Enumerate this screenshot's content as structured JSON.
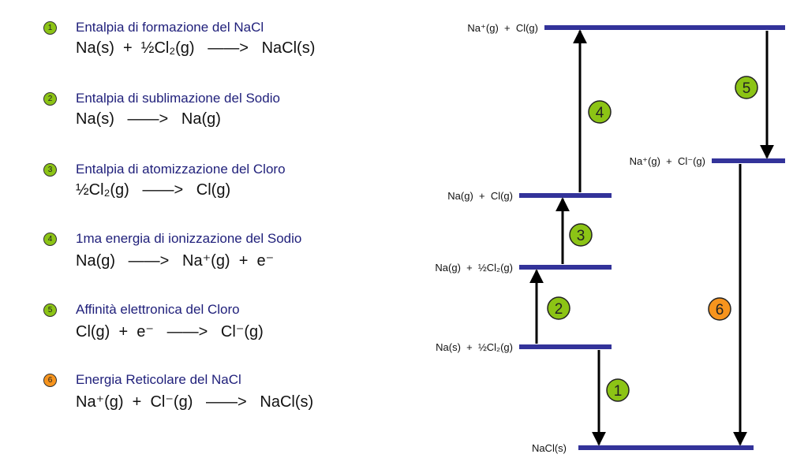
{
  "colors": {
    "title_text": "#1f1f7a",
    "level_bar": "#33339a",
    "arrow": "#000000",
    "badge_green": "#8cc415",
    "badge_orange": "#f7941d"
  },
  "steps": [
    {
      "num": "1",
      "color": "green",
      "title": "Entalpia di formazione del NaCl",
      "equation": {
        "lhs": "Na(s)  +  ½Cl₂(g)",
        "arrow": "——>",
        "rhs": "NaCl(s)"
      }
    },
    {
      "num": "2",
      "color": "green",
      "title": "Entalpia di sublimazione del Sodio",
      "equation": {
        "lhs": "Na(s)",
        "arrow": "——>",
        "rhs": "Na(g)"
      }
    },
    {
      "num": "3",
      "color": "green",
      "title": "Entalpia di atomizzazione del Cloro",
      "equation": {
        "lhs": "½Cl₂(g)",
        "arrow": "——>",
        "rhs": "Cl(g)"
      }
    },
    {
      "num": "4",
      "color": "green",
      "title": "1ma energia di ionizzazione del Sodio",
      "equation": {
        "lhs": "Na(g)",
        "arrow": "——>",
        "rhs": "Na⁺(g)  +  e⁻"
      }
    },
    {
      "num": "5",
      "color": "green",
      "title": "Affinità elettronica del Cloro",
      "equation": {
        "lhs": "Cl(g)  +  e⁻",
        "arrow": "——>",
        "rhs": "Cl⁻(g)"
      }
    },
    {
      "num": "6",
      "color": "orange",
      "title": "Energia Reticolare del NaCl",
      "equation": {
        "lhs": "Na⁺(g)  +  Cl⁻(g)",
        "arrow": "——>",
        "rhs": "NaCl(s)"
      }
    }
  ],
  "diagram": {
    "levels": [
      {
        "id": "ions_atom",
        "label": "Na⁺(g)  +  Cl(g)"
      },
      {
        "id": "ions",
        "label": "Na⁺(g)  +  Cl⁻(g)"
      },
      {
        "id": "atoms",
        "label": "Na(g)  +  Cl(g)"
      },
      {
        "id": "nag_halfcl2",
        "label": "Na(g)  +  ½Cl₂(g)"
      },
      {
        "id": "elements",
        "label": "Na(s)  +  ½Cl₂(g)"
      },
      {
        "id": "nacl",
        "label": "NaCl(s)"
      }
    ],
    "transitions": [
      {
        "step": "1",
        "from": "elements",
        "to": "nacl",
        "direction": "down"
      },
      {
        "step": "2",
        "from": "elements",
        "to": "nag_halfcl2",
        "direction": "up"
      },
      {
        "step": "3",
        "from": "nag_halfcl2",
        "to": "atoms",
        "direction": "up"
      },
      {
        "step": "4",
        "from": "atoms",
        "to": "ions_atom",
        "direction": "up"
      },
      {
        "step": "5",
        "from": "ions_atom",
        "to": "ions",
        "direction": "down"
      },
      {
        "step": "6",
        "from": "ions",
        "to": "nacl",
        "direction": "down"
      }
    ]
  }
}
